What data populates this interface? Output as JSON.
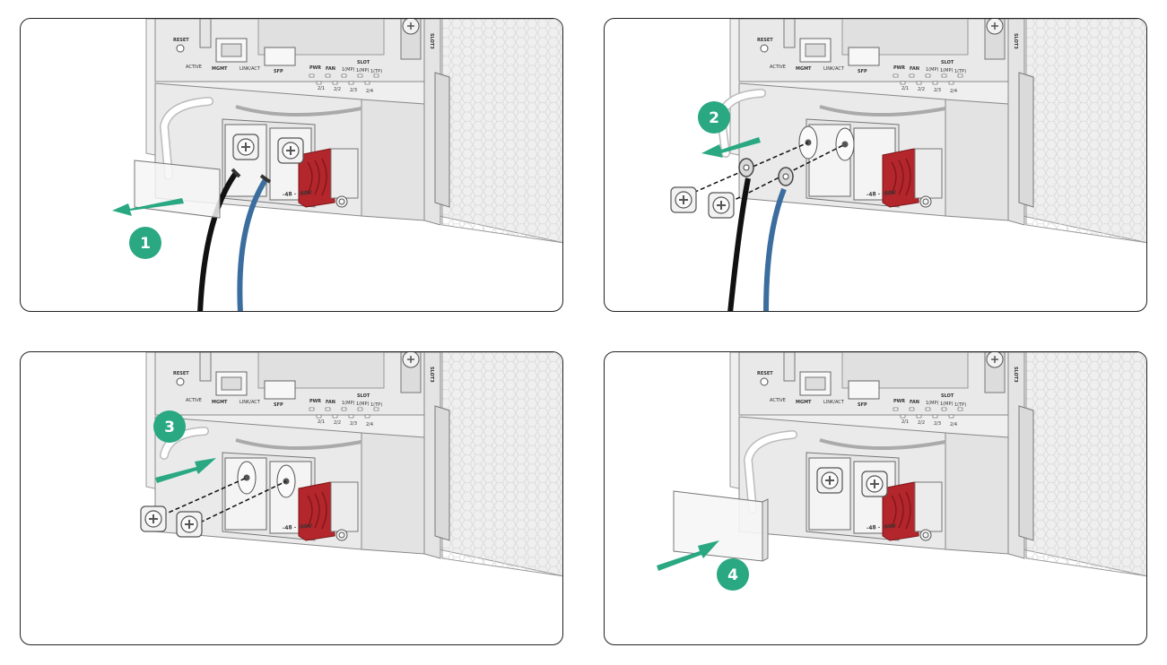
{
  "labels": {
    "reset": "RESET",
    "active": "ACTIVE",
    "mgmt": "MGMT",
    "link_act": "LINK/ACT",
    "sfp": "SFP",
    "pwr": "PWR",
    "fan": "FAN",
    "slot": "SLOT",
    "slot_cols": [
      "1(MP)",
      "1(MP)",
      "1(TP)"
    ],
    "slot_nums": [
      "2/1",
      "2/2",
      "2/3",
      "2/4"
    ],
    "slot_side": "SLOT3",
    "voltage": "-48 - -60V"
  },
  "steps": [
    {
      "number": "1"
    },
    {
      "number": "2"
    },
    {
      "number": "3"
    },
    {
      "number": "4"
    }
  ],
  "colors": {
    "accent_green": "#29a882",
    "red_block": "#b3262b",
    "cable_black": "#111111",
    "cable_blue": "#3b6e9e",
    "chassis": "#ededed"
  }
}
